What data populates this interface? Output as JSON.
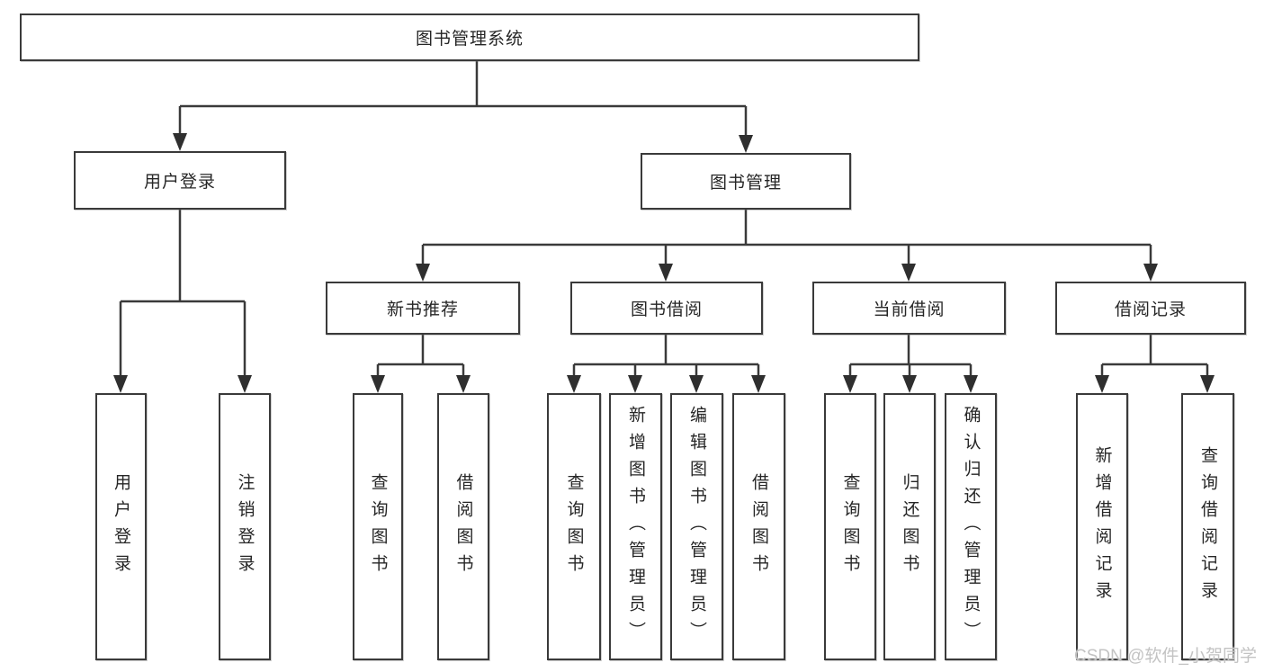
{
  "tree": {
    "root": "图书管理系统",
    "user_login": {
      "label": "用户登录",
      "children": [
        "用户登录",
        "注销登录"
      ]
    },
    "book_management": {
      "label": "图书管理",
      "sections": {
        "new_book_recommend": {
          "label": "新书推荐",
          "children": [
            "查询图书",
            "借阅图书"
          ]
        },
        "book_borrowing": {
          "label": "图书借阅",
          "children": [
            "查询图书",
            "新增图书（管理员）",
            "编辑图书（管理员）",
            "借阅图书"
          ]
        },
        "current_borrowing": {
          "label": "当前借阅",
          "children": [
            "查询图书",
            "归还图书",
            "确认归还（管理员）"
          ]
        },
        "borrowing_records": {
          "label": "借阅记录",
          "children": [
            "新增借阅记录",
            "查询借阅记录"
          ]
        }
      }
    }
  },
  "colors": {
    "line": "#3a3a3a",
    "box_border": "#3a3a3a",
    "text": "#262626",
    "watermark": "#c3c3c3"
  },
  "watermark": {
    "text": "CSDN @软件_小贺同学"
  }
}
